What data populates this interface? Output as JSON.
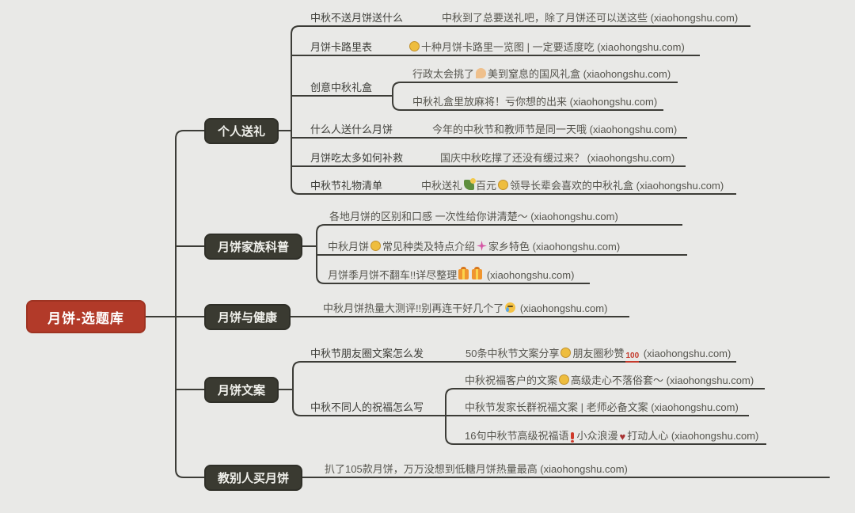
{
  "colors": {
    "background": "#e9e9e7",
    "root_fill": "#b23a29",
    "branch_fill": "#3a3a31",
    "connector_line": "#3c3c37",
    "topic_text": "#3d3d38",
    "link_text": "#56554e"
  },
  "root": {
    "label": "月饼-选题库"
  },
  "branches": [
    {
      "label": "个人送礼",
      "topics": [
        {
          "label": "中秋不送月饼送什么",
          "links": [
            "中秋到了总要送礼吧，除了月饼还可以送这些 (xiaohongshu.com)"
          ]
        },
        {
          "label": "月饼卡路里表",
          "links": [
            "🌕十种月饼卡路里一览图 | 一定要适度吃 (xiaohongshu.com)"
          ]
        },
        {
          "label": "创意中秋礼盒",
          "links": [
            "行政太会挑了🤌美到窒息的国风礼盒 (xiaohongshu.com)",
            "中秋礼盒里放麻将！亏你想的出来 (xiaohongshu.com)"
          ]
        },
        {
          "label": "什么人送什么月饼",
          "links": [
            "今年的中秋节和教师节是同一天哦 (xiaohongshu.com)"
          ]
        },
        {
          "label": "月饼吃太多如何补救",
          "links": [
            "国庆中秋吃撑了还没有缓过来？ (xiaohongshu.com)"
          ]
        },
        {
          "label": "中秋节礼物清单",
          "links": [
            "中秋送礼🎑百元🌕领导长辈会喜欢的中秋礼盒 (xiaohongshu.com)"
          ]
        }
      ]
    },
    {
      "label": "月饼家族科普",
      "links": [
        "各地月饼的区别和口感 一次性给你讲清楚～ (xiaohongshu.com)",
        "中秋月饼🌕常见种类及特点介绍✨家乡特色 (xiaohongshu.com)",
        "月饼季月饼不翻车!!详尽整理🎁🎁 (xiaohongshu.com)"
      ]
    },
    {
      "label": "月饼与健康",
      "links": [
        "中秋月饼热量大测评!!别再连干好几个了😭 (xiaohongshu.com)"
      ]
    },
    {
      "label": "月饼文案",
      "topics": [
        {
          "label": "中秋节朋友圈文案怎么发",
          "links": [
            "50条中秋节文案分享🌕朋友圈秒赞💯 (xiaohongshu.com)"
          ]
        },
        {
          "label": "中秋不同人的祝福怎么写",
          "links": [
            "中秋祝福客户的文案🌕高级走心不落俗套～ (xiaohongshu.com)",
            "中秋节发家长群祝福文案 | 老师必备文案 (xiaohongshu.com)",
            "16句中秋节高级祝福语❗小众浪漫❤打动人心 (xiaohongshu.com)"
          ]
        }
      ]
    },
    {
      "label": "教别人买月饼",
      "links": [
        "扒了105款月饼，万万没想到低糖月饼热量最高 (xiaohongshu.com)"
      ]
    }
  ]
}
